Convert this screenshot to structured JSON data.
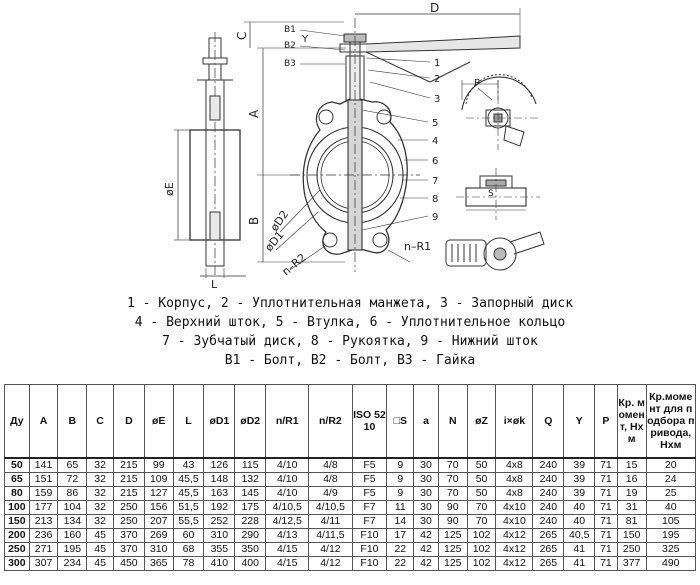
{
  "drawing": {
    "labels": {
      "D": "D",
      "C": "C",
      "A": "A",
      "B": "B",
      "L": "L",
      "E": "øE",
      "D2": "øD2",
      "D1": "øD1",
      "nR2": "n–R2",
      "nR1": "n–R1",
      "Y": "Y",
      "B1": "B1",
      "B2": "B2",
      "B3": "B3",
      "P": "P",
      "S": "S",
      "n1": "1",
      "n2": "2",
      "n3": "3",
      "n4": "4",
      "n5": "5",
      "n6": "6",
      "n7": "7",
      "n8": "8",
      "n9": "9"
    }
  },
  "legend": [
    "1 - Корпус, 2 - Уплотнительная манжета, 3 - Запорный диск",
    "4 - Верхний шток, 5 - Втулка, 6 - Уплотнительное кольцо",
    "7 - Зубчатый диск, 8 - Рукоятка, 9 - Нижний шток",
    "B1 - Болт, B2 - Болт, B3 - Гайка"
  ],
  "table": {
    "headers": [
      "Ду",
      "A",
      "B",
      "C",
      "D",
      "øE",
      "L",
      "øD1",
      "øD2",
      "n/R1",
      "n/R2",
      "ISO 5210",
      "□S",
      "a",
      "N",
      "øZ",
      "i×øk",
      "Q",
      "Y",
      "P",
      "Кр. момент, Нхм",
      "Кр.момент для подбора привода, Нхм"
    ],
    "rows": [
      [
        "50",
        "141",
        "65",
        "32",
        "215",
        "99",
        "43",
        "126",
        "115",
        "4/10",
        "4/8",
        "F5",
        "9",
        "30",
        "70",
        "50",
        "4x8",
        "240",
        "39",
        "71",
        "15",
        "20"
      ],
      [
        "65",
        "151",
        "72",
        "32",
        "215",
        "109",
        "45,5",
        "148",
        "132",
        "4/10",
        "4/8",
        "F5",
        "9",
        "30",
        "70",
        "50",
        "4x8",
        "240",
        "39",
        "71",
        "16",
        "24"
      ],
      [
        "80",
        "159",
        "86",
        "32",
        "215",
        "127",
        "45,5",
        "163",
        "145",
        "4/10",
        "4/9",
        "F5",
        "9",
        "30",
        "70",
        "50",
        "4x8",
        "240",
        "39",
        "71",
        "19",
        "25"
      ],
      [
        "100",
        "177",
        "104",
        "32",
        "250",
        "156",
        "51,5",
        "192",
        "175",
        "4/10,5",
        "4/10,5",
        "F7",
        "11",
        "30",
        "90",
        "70",
        "4x10",
        "240",
        "40",
        "71",
        "31",
        "40"
      ],
      [
        "150",
        "213",
        "134",
        "32",
        "250",
        "207",
        "55,5",
        "252",
        "228",
        "4/12,5",
        "4/11",
        "F7",
        "14",
        "30",
        "90",
        "70",
        "4x10",
        "240",
        "40",
        "71",
        "81",
        "105"
      ],
      [
        "200",
        "236",
        "160",
        "45",
        "370",
        "269",
        "60",
        "310",
        "290",
        "4/13",
        "4/11,5",
        "F10",
        "17",
        "42",
        "125",
        "102",
        "4x12",
        "265",
        "40,5",
        "71",
        "150",
        "195"
      ],
      [
        "250",
        "271",
        "195",
        "45",
        "370",
        "310",
        "68",
        "355",
        "350",
        "4/15",
        "4/12",
        "F10",
        "22",
        "42",
        "125",
        "102",
        "4x12",
        "265",
        "41",
        "71",
        "250",
        "325"
      ],
      [
        "300",
        "307",
        "234",
        "45",
        "450",
        "365",
        "78",
        "410",
        "400",
        "4/15",
        "4/12",
        "F10",
        "22",
        "42",
        "125",
        "102",
        "4x12",
        "265",
        "41",
        "71",
        "377",
        "490"
      ]
    ]
  }
}
